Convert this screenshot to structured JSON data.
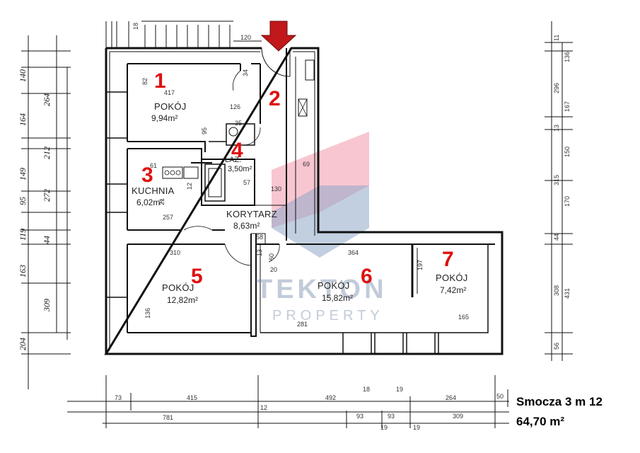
{
  "rooms": [
    {
      "number": "1",
      "name": "POKÓJ",
      "area": "9,94m²"
    },
    {
      "number": "2",
      "name": "",
      "area": ""
    },
    {
      "number": "3",
      "name": "KUCHNIA",
      "area": "6,02m²"
    },
    {
      "number": "4",
      "name": "ŁAZ.",
      "area": "3,50m²"
    },
    {
      "number": "5",
      "name": "POKÓJ",
      "area": "12,82m²"
    },
    {
      "number": "6",
      "name": "POKÓJ",
      "area": "15,82m²"
    },
    {
      "number": "7",
      "name": "POKÓJ",
      "area": "7,42m²"
    },
    {
      "number": "",
      "name": "KORYTARZ",
      "area": "8,63m²"
    }
  ],
  "entrance_arrow_color": "#c0181b",
  "room_number_color": "#e01010",
  "address": {
    "line1": "Smocza 3 m 12",
    "line2": "64,70 m²"
  },
  "watermark": {
    "line1": "TEKTON",
    "line2": "PROPERTY",
    "color_pink": "#f4a0b0",
    "color_blue": "#8fa8c8"
  },
  "plan_dimensions": {
    "d120": "120",
    "d417": "417",
    "d126": "126",
    "d130": "130",
    "d257": "257",
    "d310": "310",
    "d364": "364",
    "d281": "281",
    "d165": "165",
    "d69": "69",
    "d57": "57",
    "d58": "58",
    "d60": "60",
    "d20": "20",
    "d61": "61",
    "d82": "82",
    "d34": "34",
    "d95": "95",
    "d35": "35",
    "d21": "21",
    "d12": "12",
    "d136": "136",
    "d197": "197",
    "d18": "18",
    "d13": "13"
  },
  "left_dims": [
    "140",
    "164",
    "149",
    "95",
    "119",
    "163",
    "309",
    "204"
  ],
  "left_dims_outer": [
    "264",
    "212",
    "272",
    "44"
  ],
  "right_dims": [
    "11",
    "136",
    "296",
    "167",
    "13",
    "150",
    "315",
    "170",
    "44",
    "308",
    "431",
    "56"
  ],
  "bottom_dims_row1": [
    "73",
    "415",
    "492",
    "18",
    "19",
    "264",
    "50"
  ],
  "bottom_dims_row2": [
    "781",
    "12",
    "93",
    "93",
    "309",
    "19",
    "19"
  ]
}
